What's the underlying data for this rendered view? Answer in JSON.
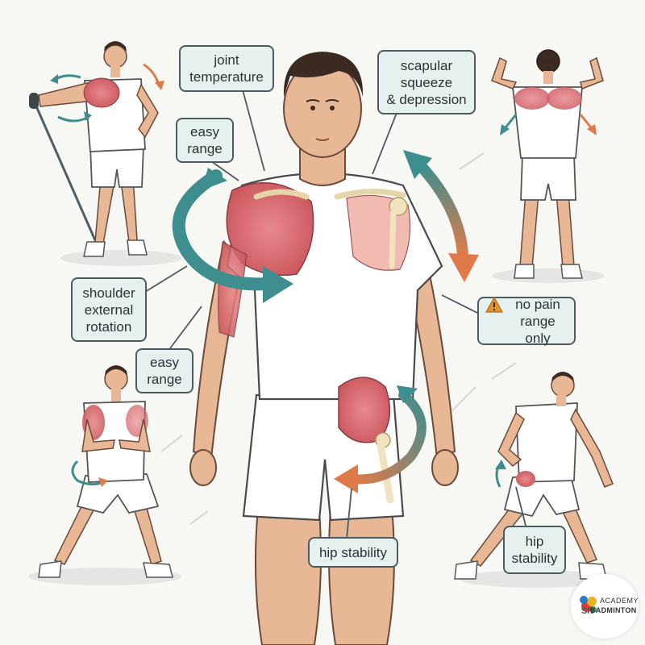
{
  "labels": {
    "joint_temperature": "joint\ntemperature",
    "scapular": "scapular\nsqueeze\n& depression",
    "easy_range_top": "easy\nrange",
    "shoulder_external_rotation": "shoulder\nexternal\nrotation",
    "easy_range_mid": "easy\nrange",
    "no_pain": "no pain\nrange only",
    "hip_stability_center": "hip stability",
    "hip_stability_right": "hip\nstability"
  },
  "logo": {
    "line1": "ACADEMY",
    "line2": "BADMINTON",
    "mark": "SN"
  },
  "colors": {
    "callout_fill": "#e6f0ef",
    "callout_border": "#4d5b60",
    "arrow_teal": "#3f8e8f",
    "arrow_orange": "#e07a4a",
    "muscle": "#e0757a",
    "skin": "#e8b896",
    "warning": "#e8922e"
  },
  "icons": [
    "warning-icon",
    "rotation-arrow-icon",
    "double-arrow-icon"
  ]
}
